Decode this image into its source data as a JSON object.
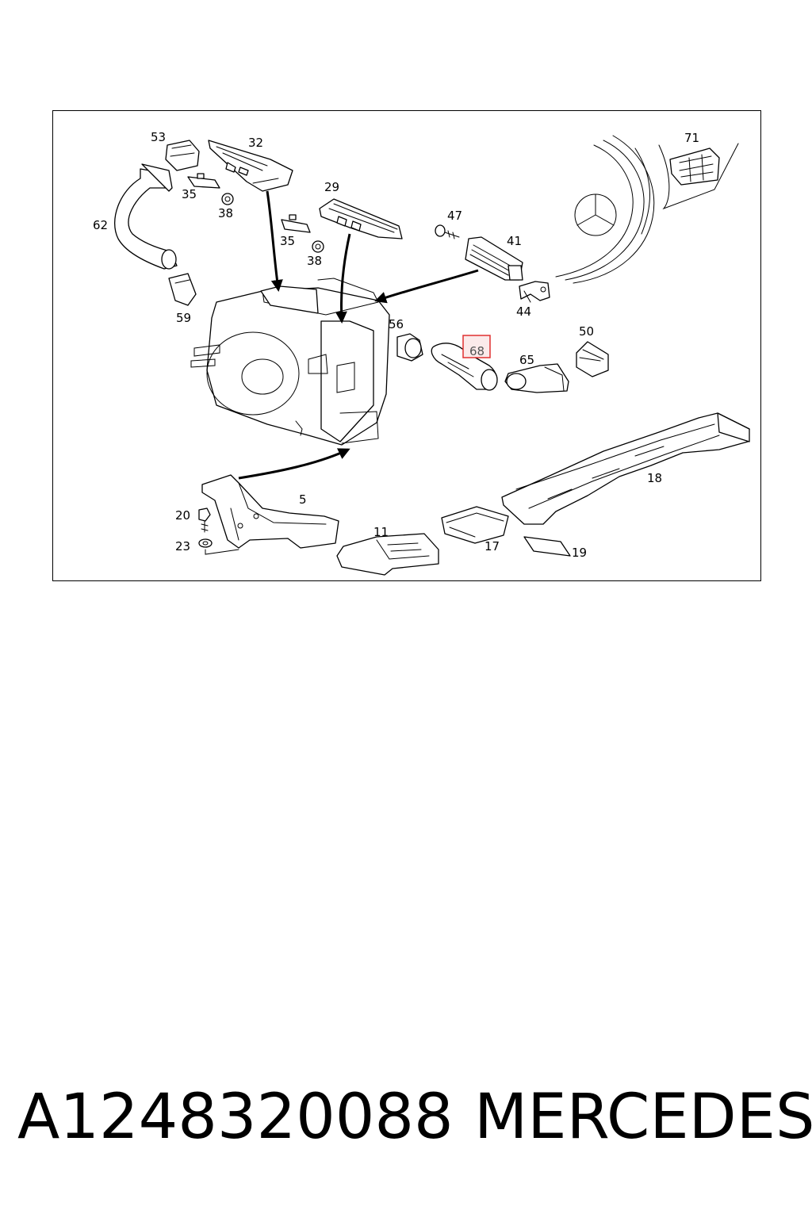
{
  "footer": {
    "part_number": "A1248320088",
    "brand": "MERCEDES"
  },
  "callouts": {
    "c53": "53",
    "c32": "32",
    "c71": "71",
    "c35a": "35",
    "c38a": "38",
    "c62": "62",
    "c29": "29",
    "c47": "47",
    "c41": "41",
    "c35b": "35",
    "c38b": "38",
    "c59": "59",
    "c44": "44",
    "c56": "56",
    "c68": "68",
    "c50": "50",
    "c65": "65",
    "c18": "18",
    "c5": "5",
    "c20": "20",
    "c11": "11",
    "c23": "23",
    "c17": "17",
    "c19": "19"
  },
  "highlight": {
    "callout": "68",
    "color": "#e03030"
  }
}
